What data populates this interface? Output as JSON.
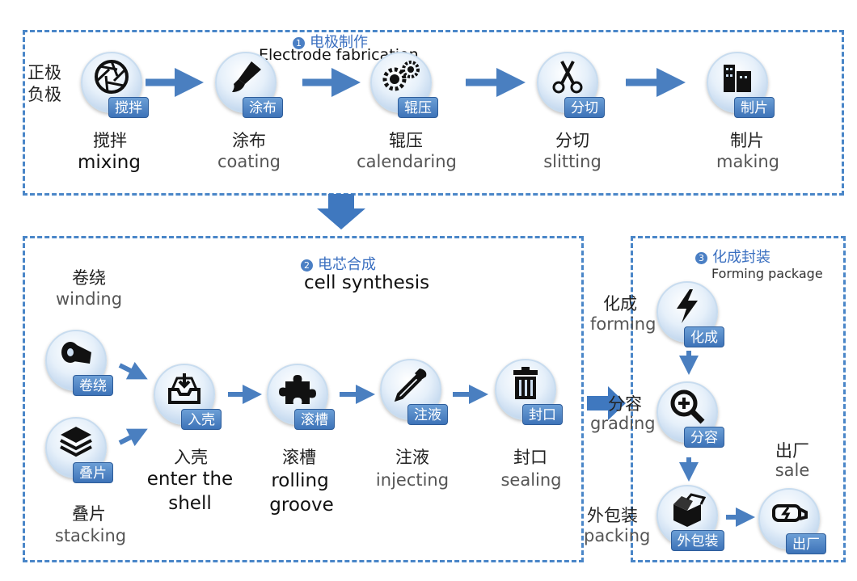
{
  "sections": {
    "s1": {
      "num": "1",
      "title_zh": "电极制作",
      "title_en": "Electrode fabrication"
    },
    "s2": {
      "num": "2",
      "title_zh": "电芯合成",
      "title_en": "cell synthesis"
    },
    "s3": {
      "num": "3",
      "title_zh": "化成封装",
      "title_en": "Forming package"
    }
  },
  "electrode_side": "正极\n负极",
  "nodes": {
    "mixing": {
      "badge": "搅拌",
      "zh": "搅拌",
      "en": "mixing",
      "icon": "aperture-icon"
    },
    "coating": {
      "badge": "涂布",
      "zh": "涂布",
      "en": "coating",
      "icon": "brush-icon"
    },
    "calendaring": {
      "badge": "辊压",
      "zh": "辊压",
      "en": "calendaring",
      "icon": "gears-icon"
    },
    "slitting": {
      "badge": "分切",
      "zh": "分切",
      "en": "slitting",
      "icon": "scissors-icon"
    },
    "making": {
      "badge": "制片",
      "zh": "制片",
      "en": "making",
      "icon": "building-icon"
    },
    "winding": {
      "badge": "卷绕",
      "zh": "卷绕",
      "en": "winding",
      "icon": "roll-icon"
    },
    "stacking": {
      "badge": "叠片",
      "zh": "叠片",
      "en": "stacking",
      "icon": "layers-icon"
    },
    "enter_shell": {
      "badge": "入壳",
      "zh": "入壳",
      "en_line1": "enter the",
      "en_line2": "shell",
      "icon": "inbox-icon"
    },
    "rolling_groove": {
      "badge": "滚槽",
      "zh": "滚槽",
      "en_line1": "rolling",
      "en_line2": "groove",
      "icon": "puzzle-icon"
    },
    "injecting": {
      "badge": "注液",
      "zh": "注液",
      "en": "injecting",
      "icon": "dropper-icon"
    },
    "sealing": {
      "badge": "封口",
      "zh": "封口",
      "en": "sealing",
      "icon": "trash-icon"
    },
    "forming": {
      "badge": "化成",
      "zh": "化成",
      "en": "forming",
      "icon": "lightning-icon"
    },
    "grading": {
      "badge": "分容",
      "zh": "分容",
      "en": "grading",
      "icon": "magnify-plus-icon"
    },
    "packing": {
      "badge": "外包装",
      "zh": "外包装",
      "en": "packing",
      "icon": "box-icon"
    },
    "sale": {
      "badge": "出厂",
      "zh": "出厂",
      "en": "sale",
      "icon": "truck-icon"
    }
  },
  "colors": {
    "border": "#4a86c8",
    "arrow": "#4a7fc0",
    "badge": "#3d73b8",
    "title": "#3a6fc0"
  }
}
